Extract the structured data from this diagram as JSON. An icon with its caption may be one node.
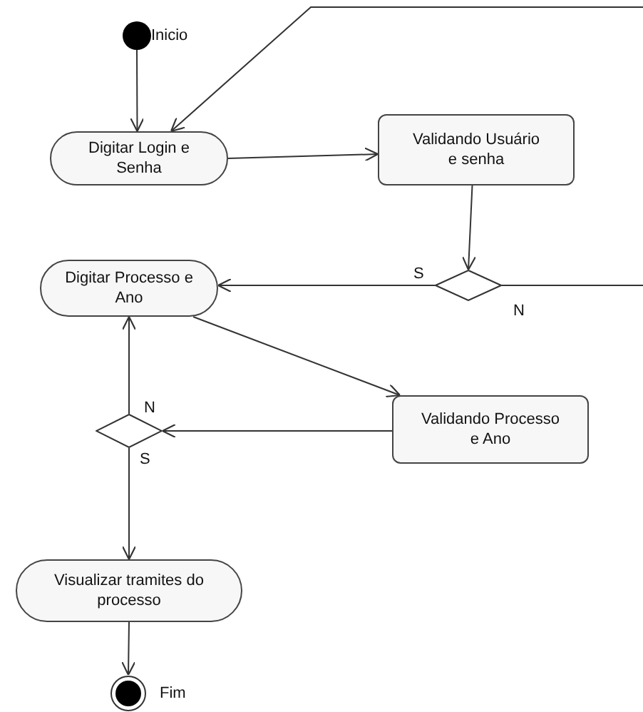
{
  "diagram": {
    "nodes": [
      {
        "text": [],
        "shape": "circle",
        "beside": [
          "Inicio"
        ]
      },
      {
        "text": [
          "Digitar Login e Senha"
        ]
      },
      {
        "text": [
          "Validando Usuário e senha"
        ]
      },
      {
        "text": [],
        "shape": "diamond"
      },
      {
        "text": [
          "Digitar Processo e Ano"
        ]
      },
      {
        "text": [
          "Validando Processo e Ano"
        ]
      },
      {
        "text": [],
        "shape": "diamond"
      },
      {
        "text": [
          "Visualizar tramites do processo"
        ]
      },
      {
        "text": [],
        "shape": "circle",
        "beside": [
          "Fim"
        ]
      }
    ],
    "edges": [
      {
        "from": 0,
        "to": 1,
        "arrow": "to"
      },
      {
        "from": 1,
        "to": 2,
        "arrow": "to"
      },
      {
        "from": 2,
        "to": 3,
        "arrow": "to"
      },
      {
        "from": 3,
        "to": 4,
        "arrow": "to",
        "label": "S"
      },
      {
        "from": 3,
        "to": 1,
        "arrow": "to",
        "label": "N"
      },
      {
        "from": 4,
        "to": 5,
        "arrow": "to"
      },
      {
        "from": 5,
        "to": 6,
        "arrow": "to"
      },
      {
        "from": 6,
        "to": 4,
        "arrow": "to",
        "label": "N"
      },
      {
        "from": 6,
        "to": 7,
        "arrow": "to",
        "label": "S"
      },
      {
        "from": 7,
        "to": 8,
        "arrow": "to"
      }
    ]
  }
}
